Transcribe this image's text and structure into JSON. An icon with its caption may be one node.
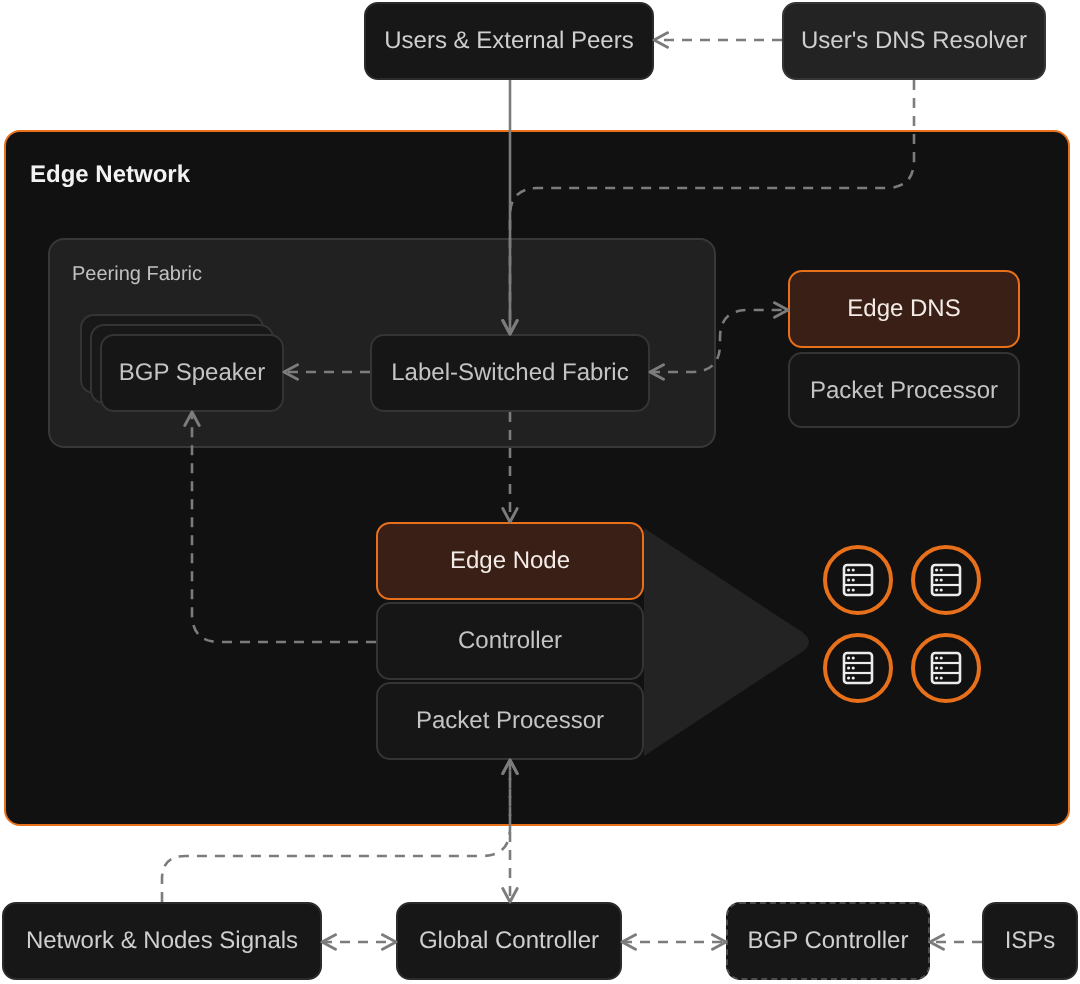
{
  "diagram": {
    "nodes": [
      {
        "text": [
          "Users & External Peers"
        ]
      },
      {
        "text": [
          "User's DNS Resolver"
        ]
      },
      {
        "text": [
          "Edge Network"
        ]
      },
      {
        "text": [
          "Peering Fabric"
        ],
        "in": 2
      },
      {
        "text": [
          "BGP Speaker"
        ],
        "in": 3
      },
      {
        "text": [
          "Label-Switched Fabric"
        ],
        "in": 3
      },
      {
        "text": [
          "Edge DNS"
        ],
        "in": 2
      },
      {
        "text": [
          "Packet Processor"
        ],
        "in": 2
      },
      {
        "text": [
          "Edge Node"
        ],
        "in": 2
      },
      {
        "text": [
          "Controller"
        ],
        "in": 2
      },
      {
        "text": [
          "Packet Processor"
        ],
        "in": 2
      },
      {
        "text": [],
        "shape": "triangle",
        "in": 2
      },
      {
        "text": [
          "Network & Nodes Signals"
        ]
      },
      {
        "text": [
          "Global Controller"
        ]
      },
      {
        "text": [
          "BGP Controller"
        ]
      },
      {
        "text": [
          "ISPs"
        ]
      }
    ],
    "edges": [
      {
        "from": 1,
        "to": 0,
        "arrow": "to",
        "style": "dashed"
      },
      {
        "from": 0,
        "to": 5,
        "arrow": "to"
      },
      {
        "from": 1,
        "to": 5,
        "arrow": "to",
        "style": "dashed"
      },
      {
        "from": 5,
        "to": 4,
        "arrow": "to",
        "style": "dashed"
      },
      {
        "from": 5,
        "to": 6,
        "arrow": "both",
        "style": "dashed"
      },
      {
        "from": 5,
        "to": 8,
        "arrow": "to",
        "style": "dashed"
      },
      {
        "from": 9,
        "to": 4,
        "arrow": "to",
        "style": "dashed"
      },
      {
        "from": 10,
        "to": 13,
        "arrow": "both",
        "style": "dashed"
      },
      {
        "from": 12,
        "to": 10,
        "arrow": "to",
        "style": "dashed"
      },
      {
        "from": 12,
        "to": 13,
        "arrow": "both",
        "style": "dashed"
      },
      {
        "from": 13,
        "to": 14,
        "arrow": "both",
        "style": "dashed"
      },
      {
        "from": 15,
        "to": 14,
        "arrow": "to",
        "style": "dashed"
      }
    ]
  }
}
